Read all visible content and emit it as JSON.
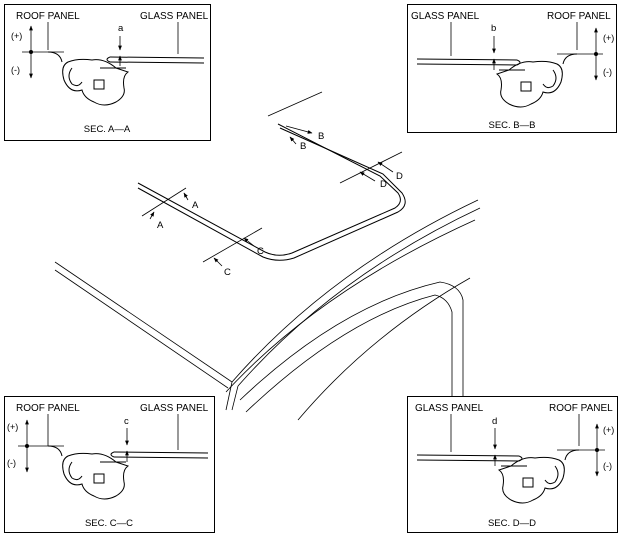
{
  "panels": {
    "tl": {
      "left_label": "ROOF PANEL",
      "right_label": "GLASS PANEL",
      "plus": "(+)",
      "minus": "(-)",
      "letter": "a",
      "section": "SEC. A—A"
    },
    "tr": {
      "left_label": "GLASS PANEL",
      "right_label": "ROOF PANEL",
      "plus": "(+)",
      "minus": "(-)",
      "letter": "b",
      "section": "SEC. B—B"
    },
    "bl": {
      "left_label": "ROOF PANEL",
      "right_label": "GLASS PANEL",
      "plus": "(+)",
      "minus": "(-)",
      "letter": "c",
      "section": "SEC. C—C"
    },
    "br": {
      "left_label": "GLASS PANEL",
      "right_label": "ROOF PANEL",
      "plus": "(+)",
      "minus": "(-)",
      "letter": "d",
      "section": "SEC. D—D"
    }
  },
  "callouts": {
    "b1": "B",
    "b2": "B",
    "a1": "A",
    "a2": "A",
    "c1": "C",
    "c2": "C",
    "d1": "D",
    "d2": "D"
  }
}
